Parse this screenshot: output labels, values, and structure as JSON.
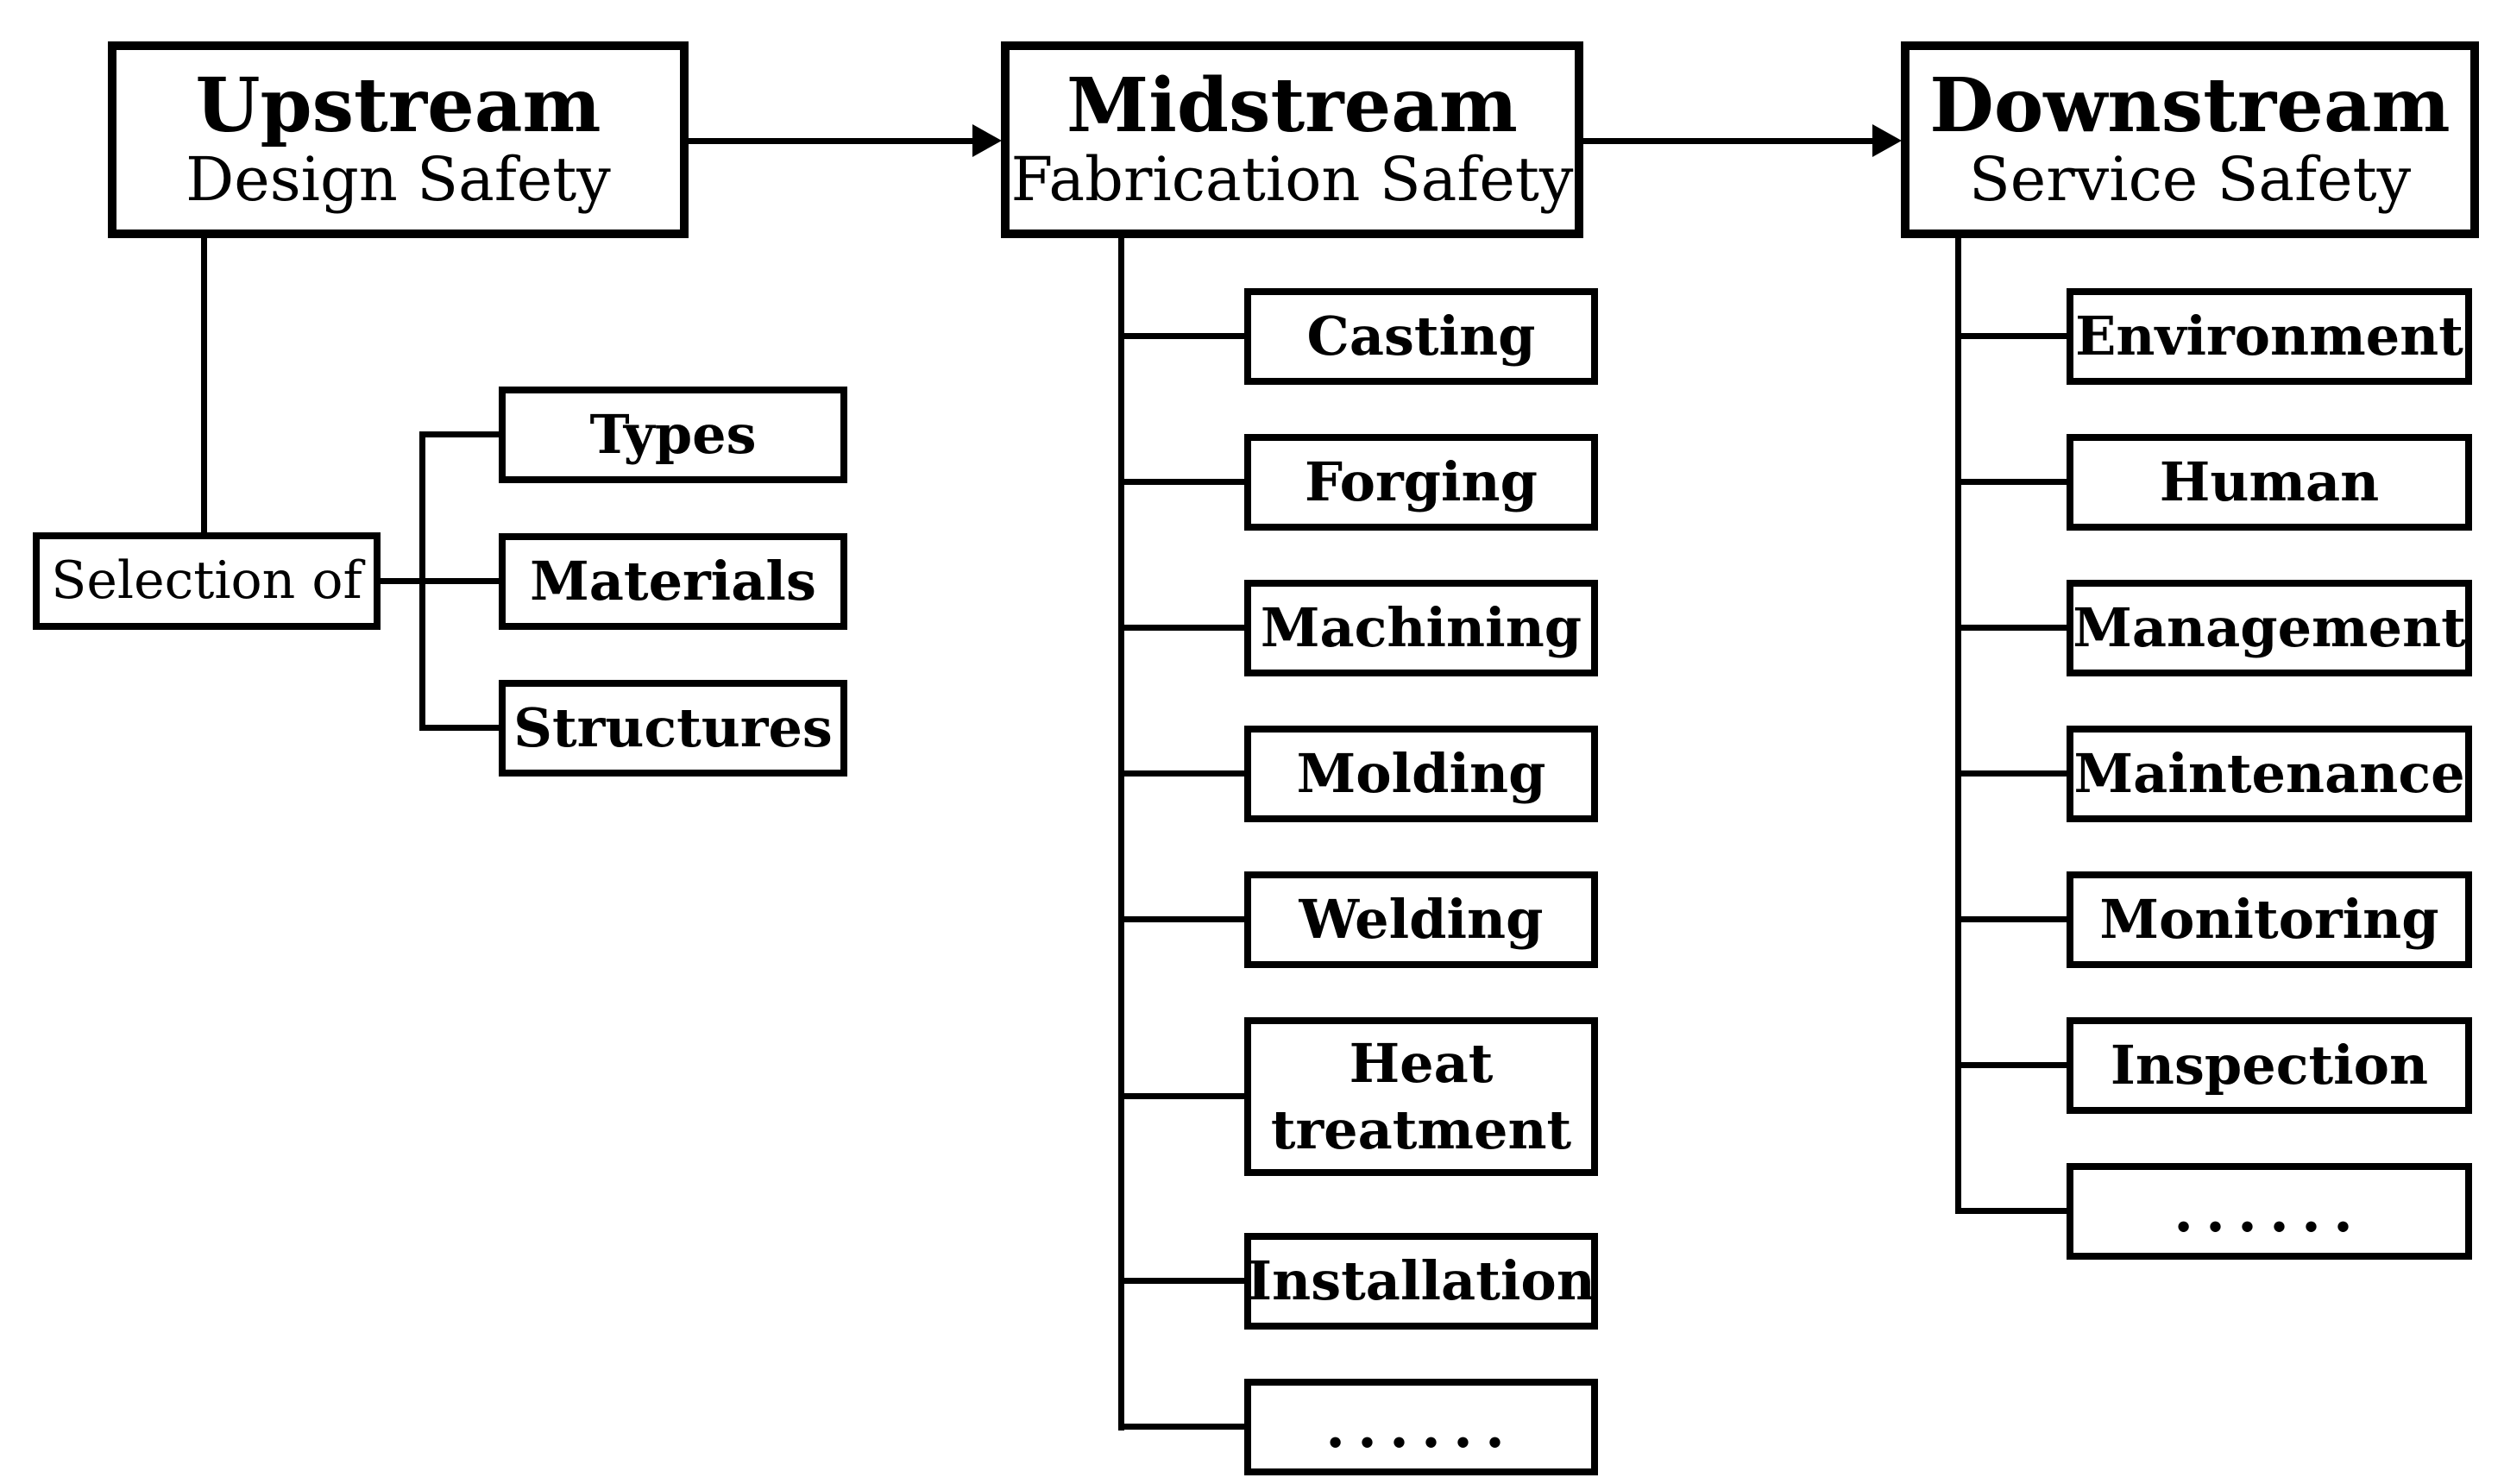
{
  "colors": {
    "ink": "#000000",
    "background": "#ffffff"
  },
  "diagram": {
    "upstream": {
      "title": "Upstream",
      "subtitle": "Design Safety",
      "selection": {
        "label": "Selection of"
      },
      "children": [
        {
          "label": "Types"
        },
        {
          "label": "Materials"
        },
        {
          "label": "Structures"
        }
      ]
    },
    "midstream": {
      "title": "Midstream",
      "subtitle": "Fabrication Safety",
      "children": [
        {
          "label": "Casting"
        },
        {
          "label": "Forging"
        },
        {
          "label": "Machining"
        },
        {
          "label": "Molding"
        },
        {
          "label": "Welding"
        },
        {
          "label": "Heat treatment"
        },
        {
          "label": "Installation"
        },
        {
          "label": "......"
        }
      ]
    },
    "downstream": {
      "title": "Downstream",
      "subtitle": "Service Safety",
      "children": [
        {
          "label": "Environment"
        },
        {
          "label": "Human"
        },
        {
          "label": "Management"
        },
        {
          "label": "Maintenance"
        },
        {
          "label": "Monitoring"
        },
        {
          "label": "Inspection"
        },
        {
          "label": "......"
        }
      ]
    }
  }
}
